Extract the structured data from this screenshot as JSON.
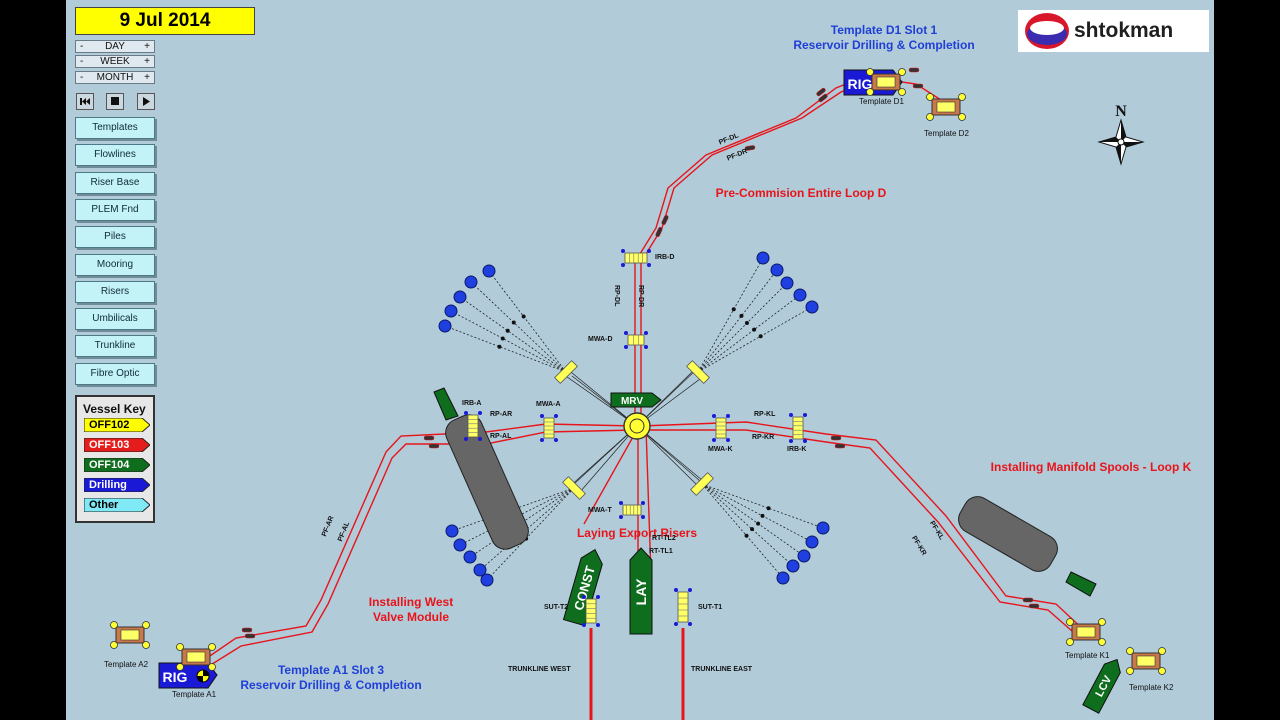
{
  "date": "9 Jul 2014",
  "steppers": [
    {
      "minus": "-",
      "label": "DAY",
      "plus": "+"
    },
    {
      "minus": "-",
      "label": "WEEK",
      "plus": "+"
    },
    {
      "minus": "-",
      "label": "MONTH",
      "plus": "+"
    }
  ],
  "menu": [
    "Templates",
    "Flowlines",
    "Riser Base",
    "PLEM Fnd",
    "Piles",
    "Mooring",
    "Risers",
    "Umbilicals",
    "Trunkline",
    "Fibre Optic"
  ],
  "vessel_key": {
    "title": "Vessel Key",
    "items": [
      {
        "label": "OFF102",
        "fill": "#ffff00",
        "text": "#000000"
      },
      {
        "label": "OFF103",
        "fill": "#e51c1c",
        "text": "#ffffff"
      },
      {
        "label": "OFF104",
        "fill": "#0f6d1e",
        "text": "#ffffff"
      },
      {
        "label": "Drilling",
        "fill": "#1a1ad6",
        "text": "#ffffff"
      },
      {
        "label": "Other",
        "fill": "#7fe9f5",
        "text": "#000000"
      }
    ]
  },
  "logo_text": "shtokman",
  "compass": "N",
  "captions": {
    "template_d1": "Template D1 Slot 1",
    "template_d1_sub": "Reservoir Drilling & Completion",
    "loop_d": "Pre-Commision Entire Loop D",
    "manifold_k": "Installing Manifold Spools - Loop K",
    "export_risers": "Laying Export Risers",
    "west_valve_1": "Installing West",
    "west_valve_2": "Valve Module",
    "template_a1": "Template A1 Slot 3",
    "template_a1_sub": "Reservoir Drilling & Completion"
  },
  "vessels": {
    "rig": "RIG",
    "mrv": "MRV",
    "const": "CONST",
    "lay": "LAY",
    "lcv": "LCV"
  },
  "labels": {
    "template_d1": "Template D1",
    "template_d2": "Template D2",
    "template_a1": "Template A1",
    "template_a2": "Template A2",
    "template_k1": "Template K1",
    "template_k2": "Template K2",
    "irb_d": "IRB-D",
    "mwa_d": "MWA-D",
    "irb_a": "IRB-A",
    "mwa_a": "MWA-A",
    "irb_k": "IRB-K",
    "mwa_k": "MWA-K",
    "mwa_t": "MWA-T",
    "rp_ar": "RP-AR",
    "rp_al": "RP-AL",
    "rp_kl": "RP-KL",
    "rp_kr": "RP-KR",
    "rp_dl": "RP-DL",
    "rp_dr": "RP-DR",
    "pf_dl": "PF-DL",
    "pf_dr": "PF-DR",
    "pf_ar": "PF-AR",
    "pf_al": "PF-AL",
    "pf_kl": "PF-KL",
    "pf_kr": "PF-KR",
    "rt_tl2": "RT-TL2",
    "rt_tl1": "RT-TL1",
    "sut_t1": "SUT-T1",
    "sut_t2": "SUT-T2",
    "trunkline_west": "TRUNKLINE WEST",
    "trunkline_east": "TRUNKLINE EAST"
  },
  "colors": {
    "flowline": "#e8141a",
    "background": "#b1cbd9",
    "anchor": "#1f3fe0",
    "barge": "#666666"
  }
}
